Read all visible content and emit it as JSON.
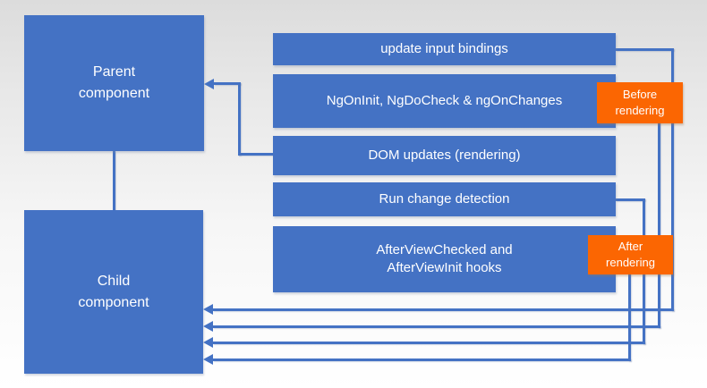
{
  "title": "Angular change detection and lifecycle hooks flow",
  "colors": {
    "box_blue": "#4472C4",
    "badge_orange": "#FB6602",
    "text_white": "#FFFFFF",
    "background_top": "#DCDCDC",
    "background_bottom": "#FFFFFF"
  },
  "nodes": {
    "parent": {
      "label": "Parent\ncomponent"
    },
    "child": {
      "label": "Child\ncomponent"
    }
  },
  "steps": [
    {
      "label": "update input bindings"
    },
    {
      "label": "NgOnInit, NgDoCheck & ngOnChanges"
    },
    {
      "label": "DOM updates (rendering)"
    },
    {
      "label": "Run change detection"
    },
    {
      "label": "AfterViewChecked and\nAfterViewInit hooks"
    }
  ],
  "badges": [
    {
      "label": "Before\nrendering"
    },
    {
      "label": "After\nrendering"
    }
  ]
}
